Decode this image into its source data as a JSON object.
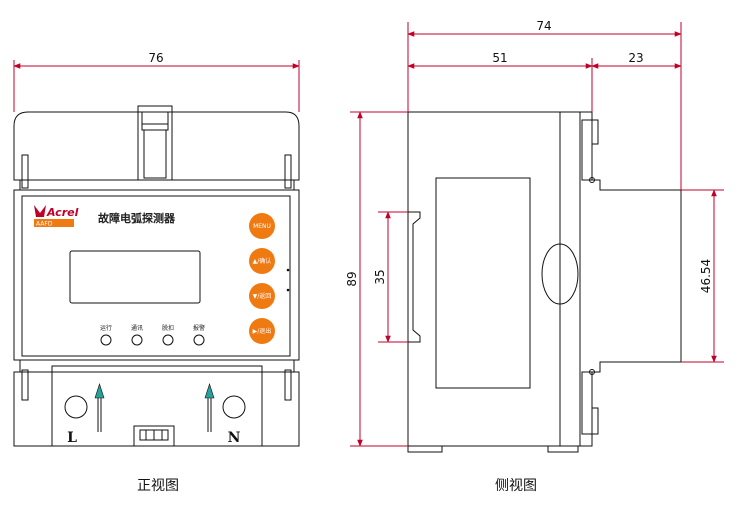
{
  "captions": {
    "front": "正视图",
    "side": "侧视图"
  },
  "front": {
    "width_dim": "76",
    "brand": "Acrel",
    "brand_sub": "AAFD",
    "title": "故障电弧探测器",
    "buttons": [
      "MENU",
      "▲/确认",
      "▼/返回",
      "▶/退出"
    ],
    "leds": [
      "运行",
      "通讯",
      "脱扣",
      "报警"
    ],
    "terminals": [
      "L",
      "N"
    ]
  },
  "side": {
    "total_width": "74",
    "left_width": "51",
    "right_width": "23",
    "height": "89",
    "rail": "35",
    "right_height": "46.54"
  },
  "colors": {
    "line": "#111111",
    "dim": "#c0002a",
    "button": "#f07a12",
    "logo": "#c0002a"
  }
}
